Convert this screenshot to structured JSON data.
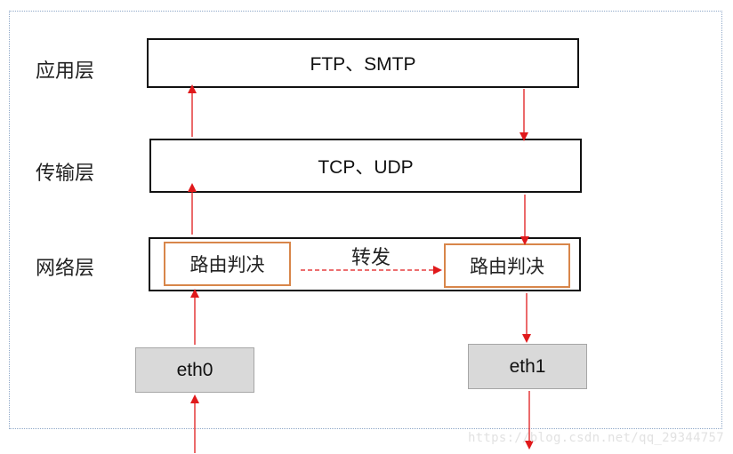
{
  "layers": {
    "application": "应用层",
    "transport": "传输层",
    "network": "网络层"
  },
  "boxes": {
    "application": "FTP、SMTP",
    "transport": "TCP、UDP",
    "route_left": "路由判决",
    "route_right": "路由判决"
  },
  "forward_label": "转发",
  "interfaces": {
    "in": "eth0",
    "out": "eth1"
  },
  "watermark": "https://blog.csdn.net/qq_29344757",
  "colors": {
    "arrow": "#e0191b",
    "route_border": "#d8864a",
    "interface_fill": "#d9d9d9",
    "frame_border": "#8fa8c8"
  }
}
